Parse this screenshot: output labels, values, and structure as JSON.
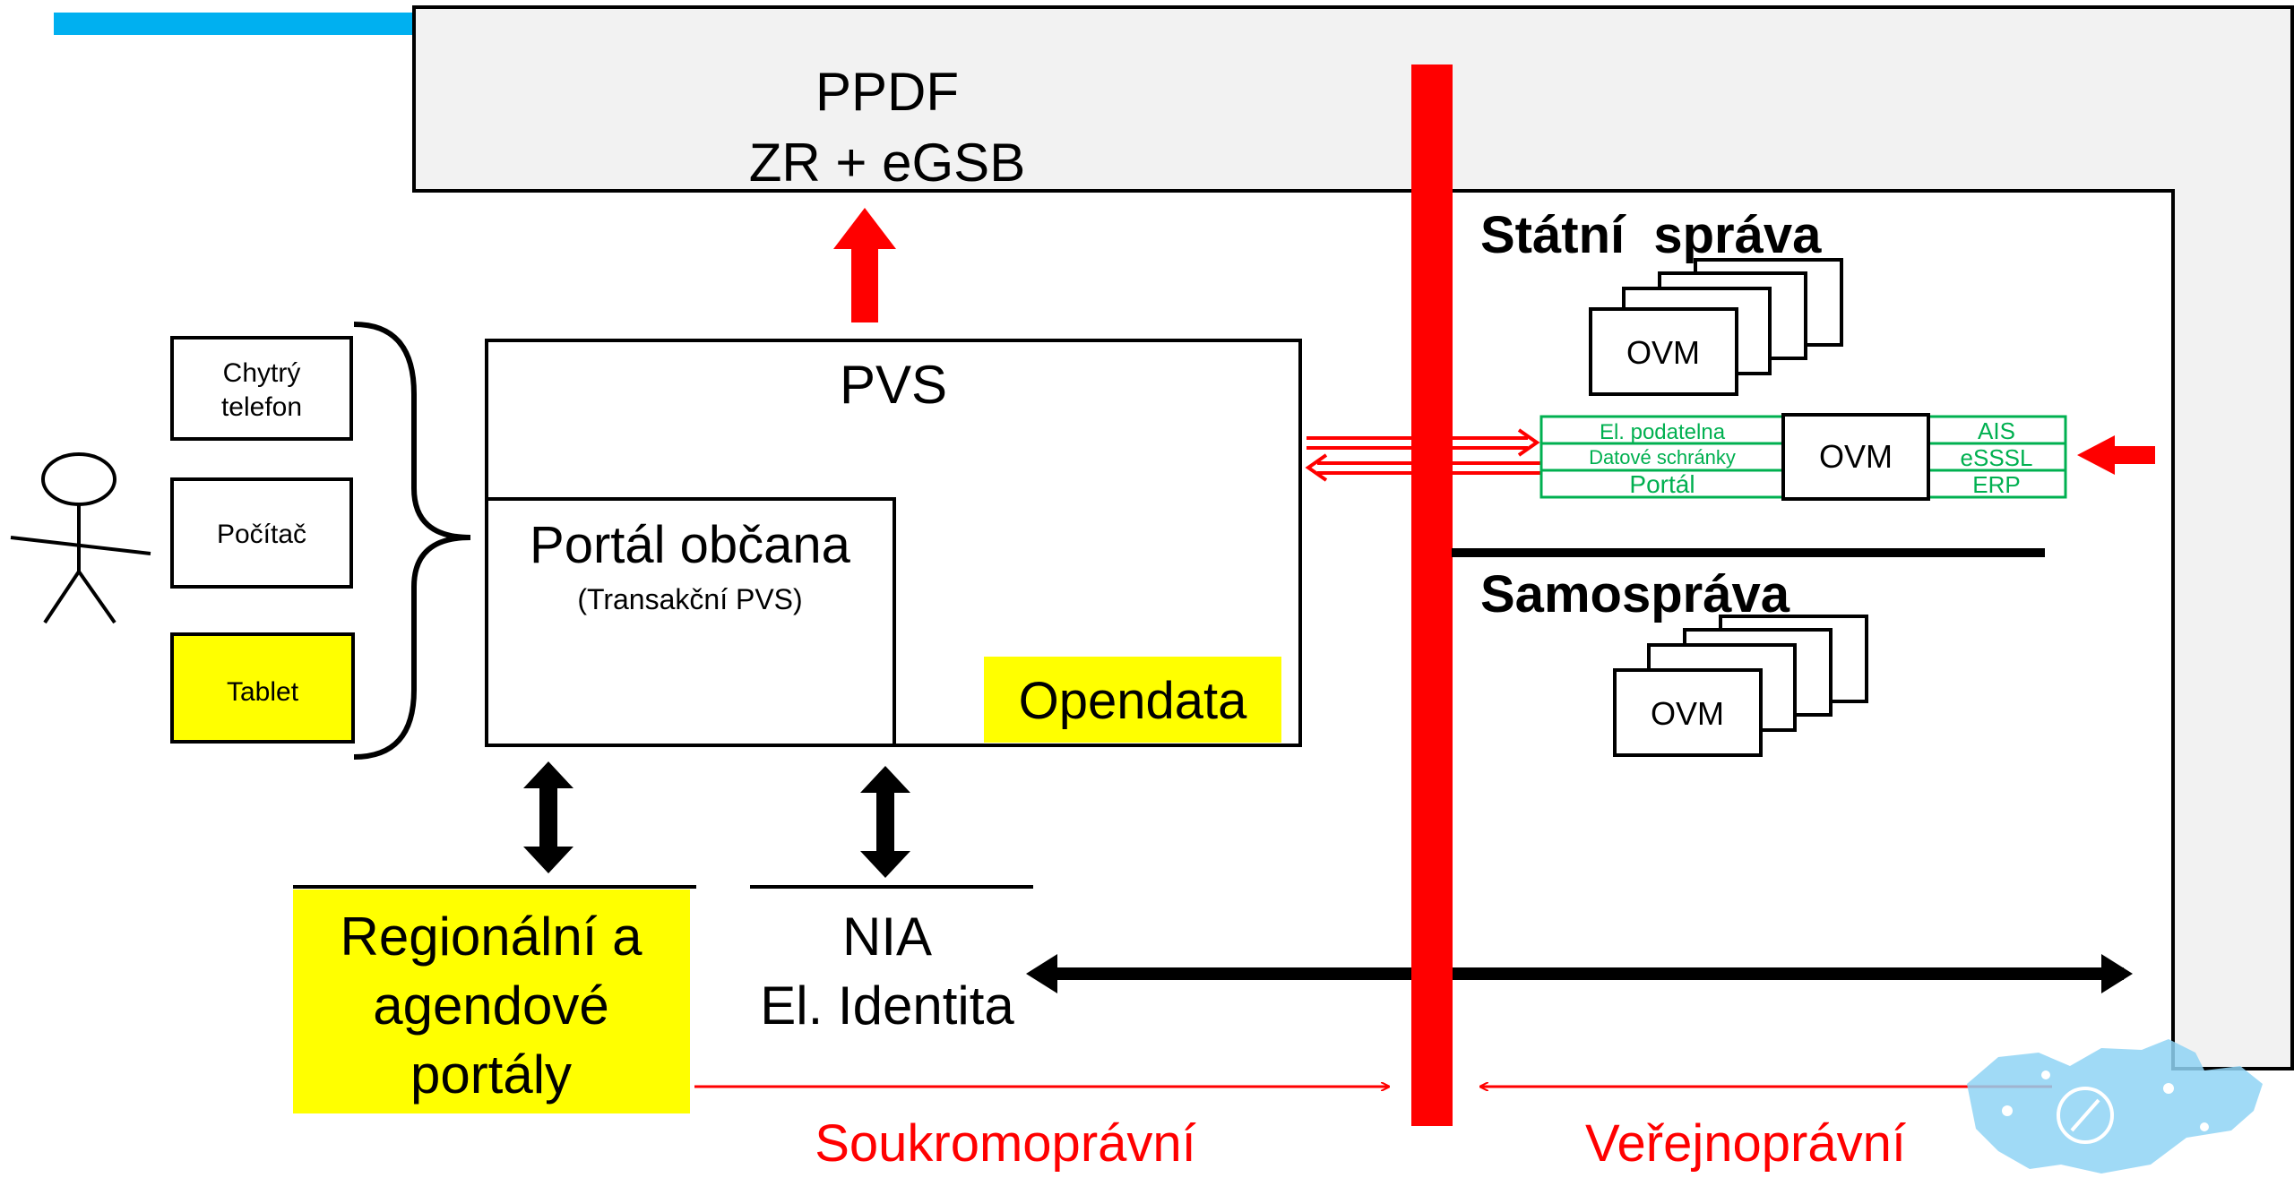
{
  "top_box": {
    "line1": "PPDF",
    "line2": "ZR + eGSB"
  },
  "devices": {
    "phone_line1": "Chytrý",
    "phone_line2": "telefon",
    "computer": "Počítač",
    "tablet": "Tablet"
  },
  "pvs": {
    "title": "PVS",
    "portal_title": "Portál občana",
    "portal_subtitle": "(Transakční PVS)",
    "opendata": "Opendata"
  },
  "regional": {
    "line1": "Regionální a",
    "line2": "agendové",
    "line3": "portály"
  },
  "nia": {
    "line1": "NIA",
    "line2": "El. Identita"
  },
  "state": {
    "heading": "Státní  správa",
    "ovm": "OVM",
    "left_items": [
      "El. podatelna",
      "Datové schránky",
      "Portál"
    ],
    "center": "OVM",
    "right_items": [
      "AIS",
      "eSSSL",
      "ERP"
    ]
  },
  "self_gov": {
    "heading": "Samospráva",
    "ovm": "OVM"
  },
  "bottom": {
    "private": "Soukromoprávní",
    "public": "Veřejnoprávní"
  },
  "colors": {
    "red": "#ff0000",
    "yellow": "#ffff00",
    "green": "#00b050",
    "blue": "#00b0f0",
    "gray": "#f2f2f2",
    "map_blue": "#8fd4f5"
  }
}
